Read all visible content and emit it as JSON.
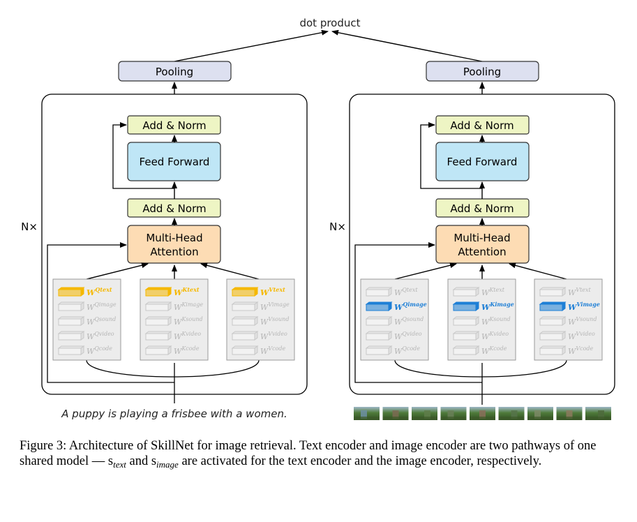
{
  "top": {
    "dot_product": "dot product"
  },
  "pooling_label": "Pooling",
  "add_norm_label": "Add & Norm",
  "feed_forward_label": "Feed Forward",
  "mha_label_line1": "Multi-Head",
  "mha_label_line2": "Attention",
  "repeat_label": "N×",
  "skills": [
    "text",
    "image",
    "sound",
    "video",
    "code"
  ],
  "left_encoder": {
    "active_skill": "text",
    "active_color": "#f5b800",
    "input_text": "A puppy is playing a frisbee with a women."
  },
  "right_encoder": {
    "active_skill": "image",
    "active_color": "#1e7fd6",
    "input_frames_count": 9
  },
  "colors": {
    "pooling_fill": "#dde0f0",
    "add_norm_fill": "#eef5c4",
    "feed_forward_fill": "#bfe6f6",
    "mha_fill": "#fddcb4",
    "inactive": "#c8c8c8",
    "panel_fill": "#ececec"
  },
  "caption": {
    "p1": "Figure 3: Architecture of SkillNet for image retrieval. Text encoder and image encoder are two pathways of one shared model — ",
    "s": "s",
    "sub_text": "text",
    "and": " and ",
    "sub_image": "image",
    "p2": " are activated for the text encoder and the image encoder, respectively."
  }
}
